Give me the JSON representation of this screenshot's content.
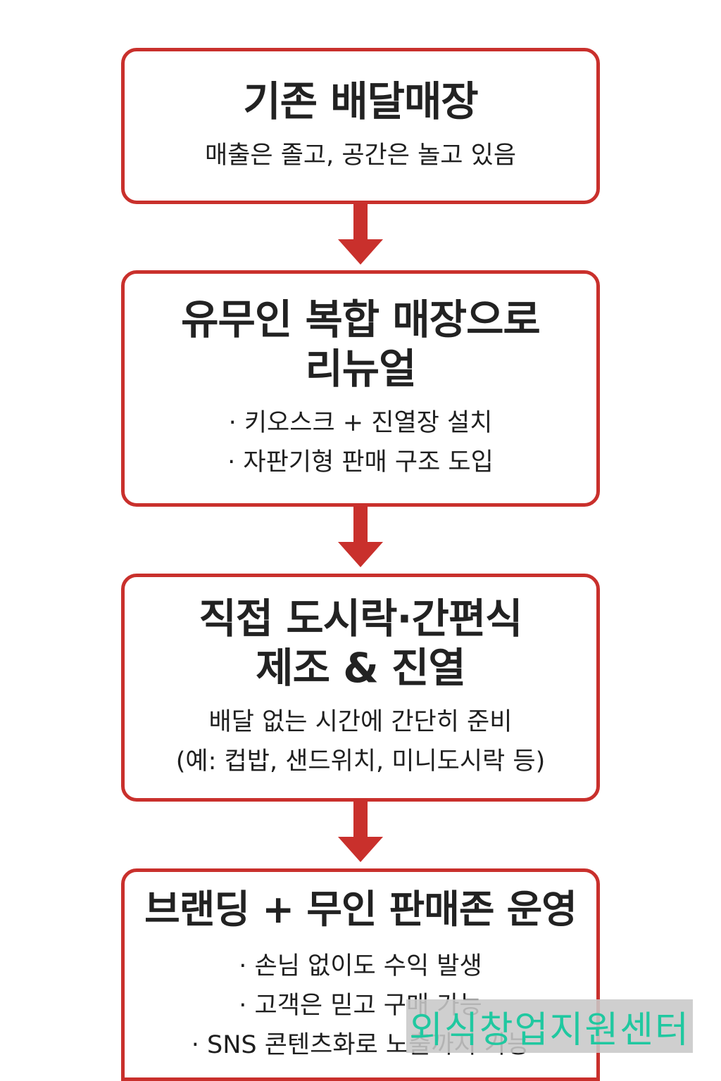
{
  "steps": [
    {
      "title": "기존 배달매장",
      "lines": [
        "매출은 졸고, 공간은 놀고 있음"
      ]
    },
    {
      "title": "유무인 복합 매장으로\n리뉴얼",
      "lines": [
        "· 키오스크 + 진열장 설치",
        "· 자판기형 판매 구조 도입"
      ]
    },
    {
      "title": "직접 도시락·간편식\n제조 & 진열",
      "lines": [
        "배달 없는 시간에 간단히 준비",
        "(예: 컵밥, 샌드위치, 미니도시락 등)"
      ]
    },
    {
      "title": "브랜딩 + 무인 판매존 운영",
      "lines": [
        "· 손님 없이도 수익 발생",
        "· 고객은 믿고 구매 가능",
        "· SNS 콘텐츠화로 노출까지 가능"
      ]
    }
  ],
  "watermark": "외식창업지원센터",
  "colors": {
    "border": "#c9302c",
    "arrow": "#c9302c",
    "watermark_text": "#20c8a0"
  }
}
